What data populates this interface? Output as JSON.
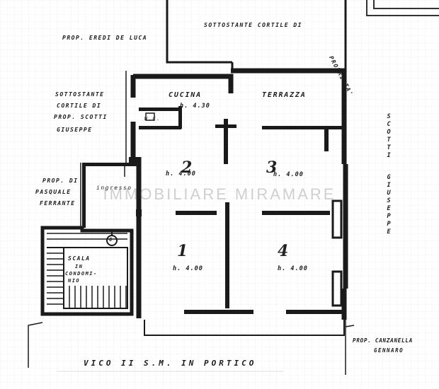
{
  "labels": {
    "sottostante_cortile_di": "SOTTOSTANTE CORTILE DI",
    "propr_eredi_de_luca": "PROP. EREDI DE LUCA",
    "sottostante": "SOTTOSTANTE",
    "cortile_di": "CORTILE DI",
    "prop_scotti": "PROP. SCOTTI",
    "giuseppe": "GIUSEPPE",
    "prop_di": "PROP. DI",
    "pasquale": "PASQUALE",
    "ferrante": "FERRANTE",
    "cucina": "CUCINA",
    "cucina_h": "h. 4.30",
    "wc": "W.C.",
    "terrazza": "TERRAZZA",
    "ingresso": "ingresso",
    "room2_num": "2",
    "room2_h": "h. 4.00",
    "room3_num": "3",
    "room3_h": "h. 4.00",
    "room1_num": "1",
    "room1_h": "h. 4.00",
    "room4_num": "4",
    "room4_h": "h. 4.00",
    "scala": "SCALA",
    "in": "IN",
    "condominio_1": "CONDOMI-",
    "condominio_2": "NIO",
    "proprieta": "PROPRIETA'",
    "scotti": "SCOTTI",
    "giuseppe_right": "GIUSEPPE",
    "prop_canzanella": "PROP. CANZANELLA",
    "gennaro": "GENNARO",
    "street": "VICO II S.M. IN PORTICO",
    "marker": "6"
  },
  "watermark": "IMMOBILIARE MIRAMARE",
  "colors": {
    "ink": "#1a1a1a",
    "grid": "#c8c8c8",
    "watermark": "#9a9a9a"
  }
}
